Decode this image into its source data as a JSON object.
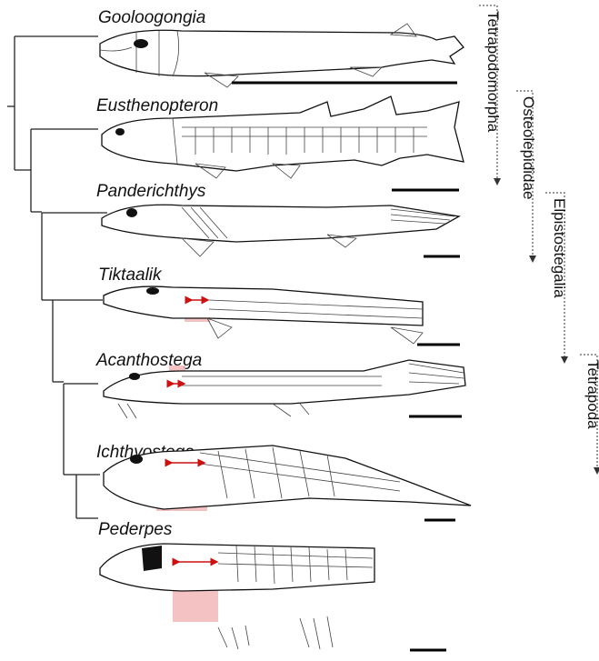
{
  "taxa": [
    {
      "name": "Gooloogongia"
    },
    {
      "name": "Eusthenopteron"
    },
    {
      "name": "Panderichthys"
    },
    {
      "name": "Tiktaalik"
    },
    {
      "name": "Acanthostega"
    },
    {
      "name": "Ichthyostega"
    },
    {
      "name": "Pederpes"
    }
  ],
  "clades": [
    {
      "name": "Tetrapodomorpha"
    },
    {
      "name": "Osteolepididae"
    },
    {
      "name": "Elpistostegalia"
    },
    {
      "name": "Tetrapoda"
    }
  ],
  "colors": {
    "highlight": "#f2b7b7",
    "arrow": "#cc1111",
    "ink": "#111111"
  }
}
